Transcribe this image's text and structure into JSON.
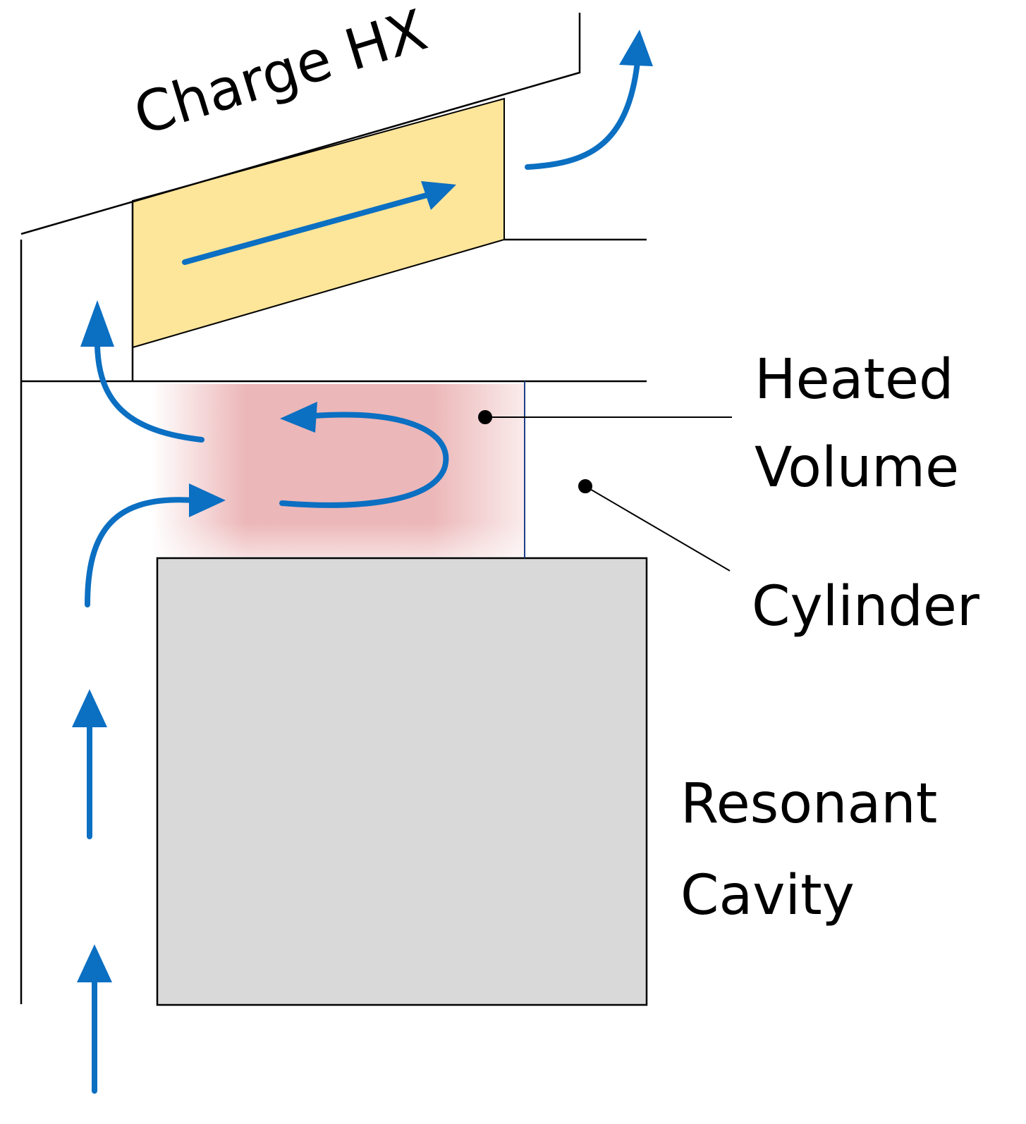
{
  "labels": {
    "charge_hx": "Charge HX",
    "heated_volume_line1": "Heated",
    "heated_volume_line2": "Volume",
    "cylinder": "Cylinder",
    "resonant_cavity_line1": "Resonant",
    "resonant_cavity_line2": "Cavity"
  },
  "colors": {
    "flow_arrow": "#0b6fc2",
    "hx_fill": "#fde59a",
    "heated_fill": "#ebb3b4",
    "cavity_fill": "#d9d9d9",
    "outline": "#000000"
  }
}
